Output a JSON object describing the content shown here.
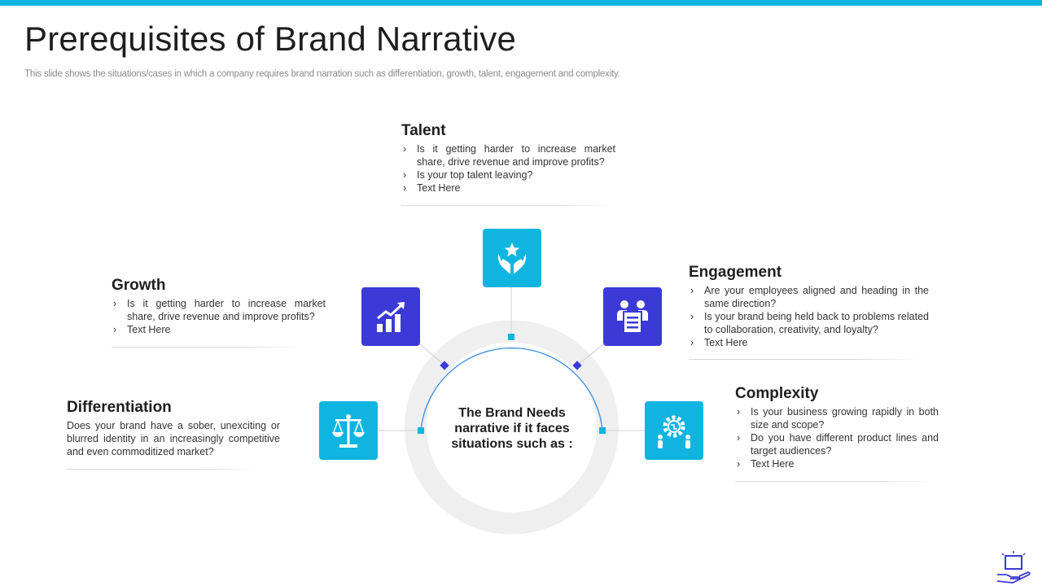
{
  "slide": {
    "title": "Prerequisites of Brand Narrative",
    "subtitle": "This slide shows the situations/cases in which a company requires brand narration such as differentiation, growth, talent, engagement and complexity."
  },
  "center": {
    "text": "The Brand Needs narrative if it faces situations such as :"
  },
  "colors": {
    "accent_cyan": "#0fb5e0",
    "accent_indigo": "#3c3ad6",
    "ring": "#efefef"
  },
  "sections": {
    "talent": {
      "heading": "Talent",
      "icon": "hands-star-icon",
      "bullets": [
        "Is it getting harder to increase market share, drive revenue and improve profits?",
        "Is your top talent leaving?",
        "Text Here"
      ]
    },
    "growth": {
      "heading": "Growth",
      "icon": "bar-chart-growth-icon",
      "bullets": [
        "Is it getting harder to increase market share, drive revenue and improve profits?",
        "Text Here"
      ]
    },
    "engagement": {
      "heading": "Engagement",
      "icon": "team-document-icon",
      "bullets": [
        "Are your employees aligned and heading in the same direction?",
        "Is your brand being held back to problems related to collaboration, creativity, and loyalty?",
        "Text Here"
      ]
    },
    "differentiation": {
      "heading": "Differentiation",
      "icon": "balance-scale-icon",
      "text": "Does your brand have a sober, unexciting or blurred identity in an increasingly competitive and even commoditized market?"
    },
    "complexity": {
      "heading": "Complexity",
      "icon": "gear-people-icon",
      "bullets": [
        "Is your business growing rapidly in both size and scope?",
        "Do you have different product lines and target audiences?",
        "Text Here"
      ]
    }
  }
}
